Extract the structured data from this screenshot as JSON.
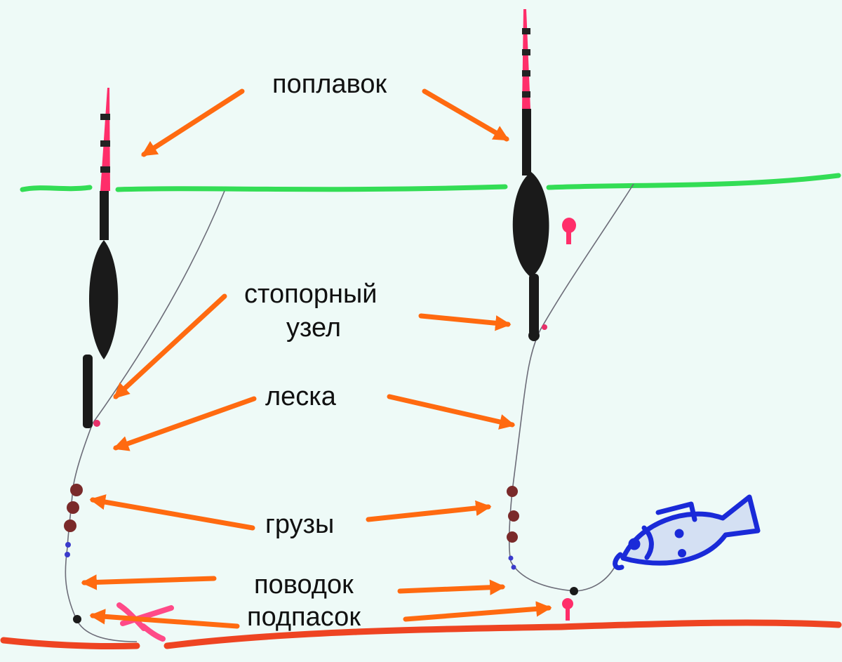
{
  "labels": {
    "float": "поплавок",
    "stopper_knot": [
      "стопорный",
      "узел"
    ],
    "line": "леска",
    "weights": "грузы",
    "leader": "поводок",
    "sub_weight": "подпасок"
  },
  "colors": {
    "background": "#eefaf7",
    "water_surface": "#33dd55",
    "bottom": "#ee4422",
    "arrow": "#ff6a10",
    "float_body": "#1a1a1a",
    "float_tip": "#ff2e6a",
    "weights": "#7a2a2a",
    "fish": "#1a2ad8",
    "worm": "#ff4a88",
    "fishing_line": "#6c6c78"
  }
}
